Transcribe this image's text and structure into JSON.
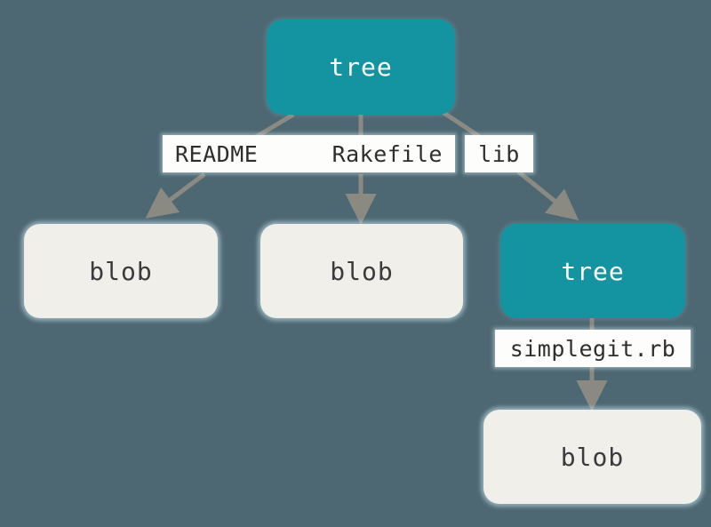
{
  "diagram": {
    "title": "git-tree-object-structure",
    "background_color": "#4e6873",
    "colors": {
      "tree_fill": "#1494a0",
      "tree_text": "#ffffff",
      "blob_fill": "#f0efe9",
      "blob_text": "#3b3b3b",
      "label_fill": "#fdfdfb",
      "label_text": "#2e2e2e",
      "edge": "#8a8a82"
    },
    "nodes": [
      {
        "id": "tree-root",
        "type": "tree",
        "label": "tree"
      },
      {
        "id": "blob-1",
        "type": "blob",
        "label": "blob"
      },
      {
        "id": "blob-2",
        "type": "blob",
        "label": "blob"
      },
      {
        "id": "tree-lib",
        "type": "tree",
        "label": "tree"
      },
      {
        "id": "blob-3",
        "type": "blob",
        "label": "blob"
      }
    ],
    "edge_labels": {
      "readme": "README",
      "rakefile": "Rakefile",
      "lib": "lib",
      "simplegit": "simplegit.rb"
    },
    "edges": [
      {
        "from": "tree-root",
        "to": "blob-1",
        "label": "README"
      },
      {
        "from": "tree-root",
        "to": "blob-2",
        "label": "Rakefile"
      },
      {
        "from": "tree-root",
        "to": "tree-lib",
        "label": "lib"
      },
      {
        "from": "tree-lib",
        "to": "blob-3",
        "label": "simplegit.rb"
      }
    ]
  }
}
